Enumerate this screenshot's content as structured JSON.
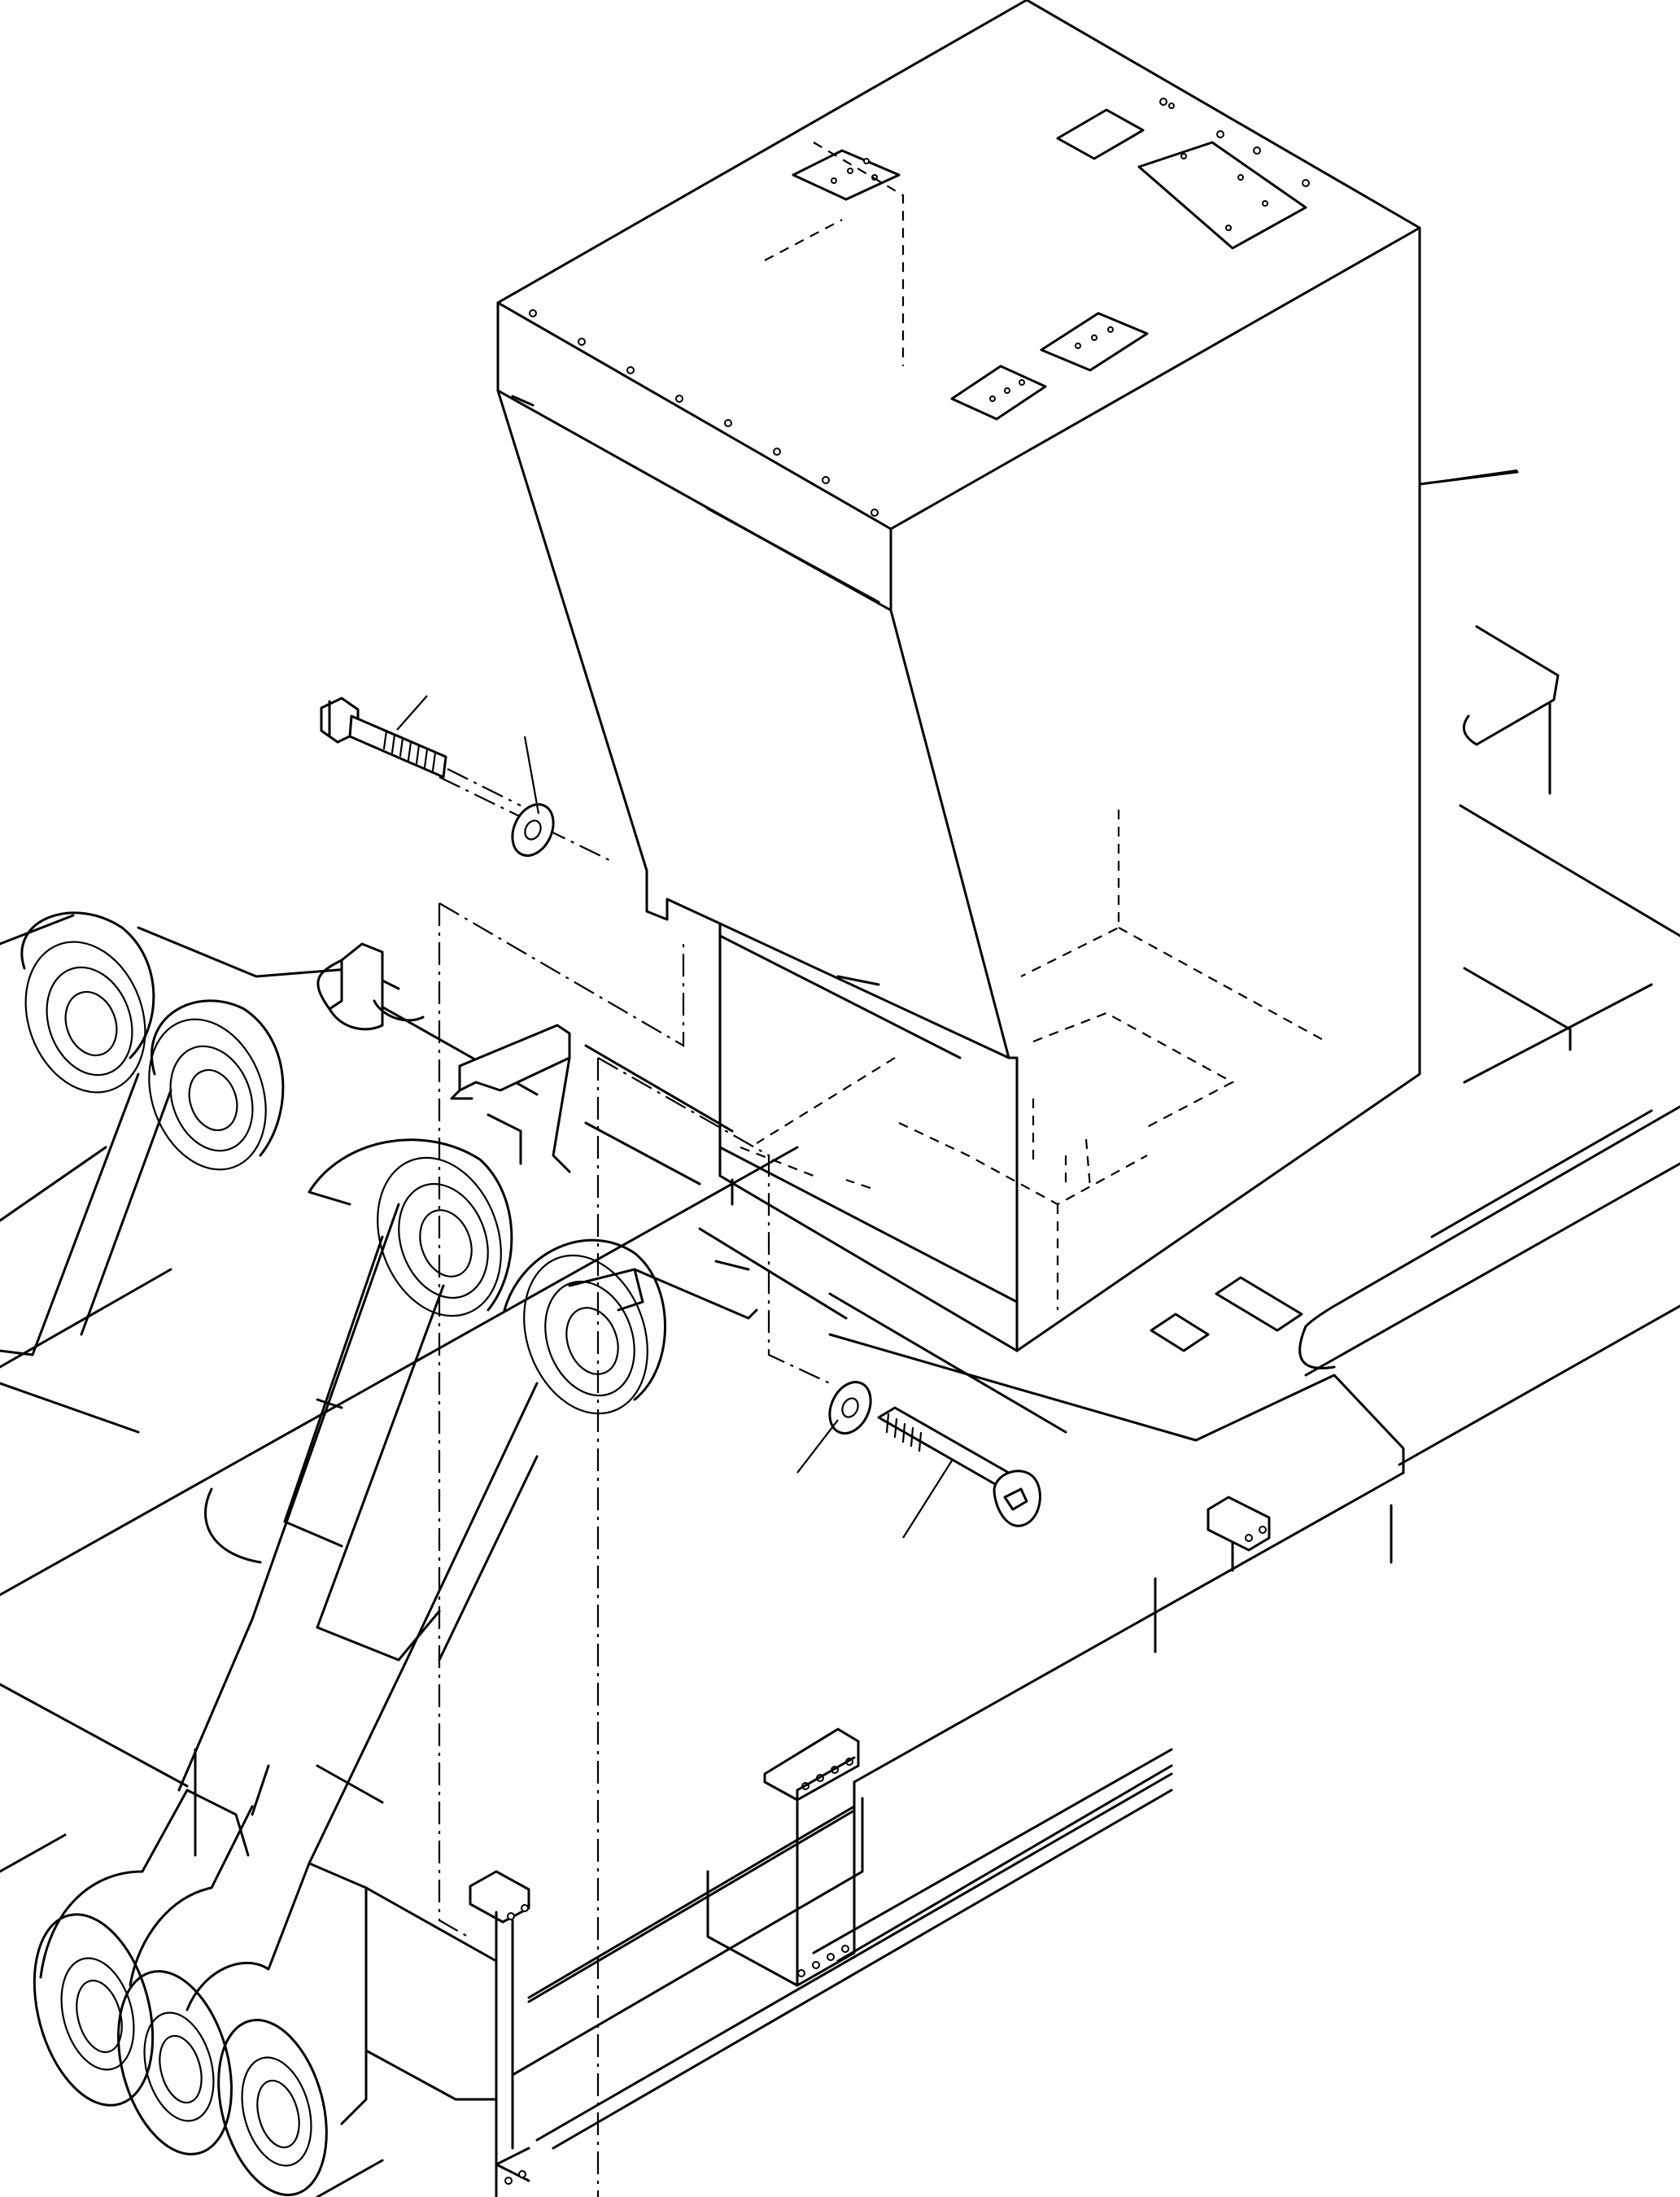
{
  "drawing": {
    "kind": "exploded parts diagram",
    "line_color": "#000000",
    "background_color": "#ffffff",
    "parts": [
      {
        "id": "cover-box",
        "leader": true
      },
      {
        "id": "bolt-upper",
        "leader": true
      },
      {
        "id": "washer-upper",
        "leader": true
      },
      {
        "id": "washer-lower",
        "leader": true
      },
      {
        "id": "socket-bolt-lower",
        "leader": true
      },
      {
        "id": "frame",
        "leader": false
      }
    ],
    "callout_labels": []
  }
}
